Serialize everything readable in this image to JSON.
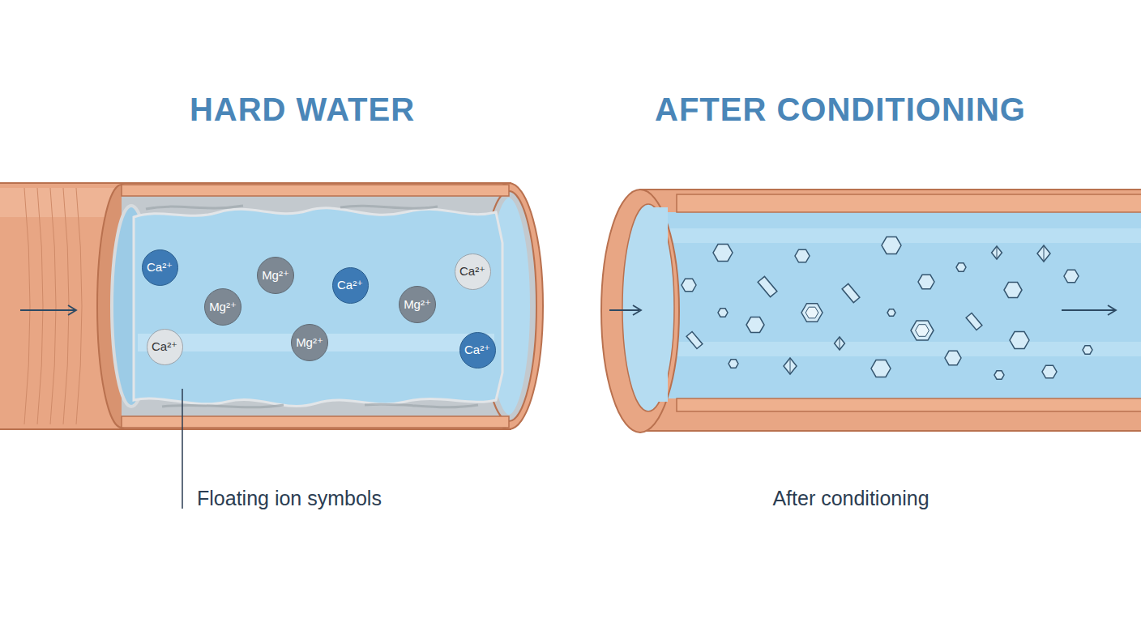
{
  "diagram": {
    "nodes": [
      {
        "text": [
          "HARD WATER"
        ]
      },
      {
        "text": [
          "Ca²⁺"
        ],
        "in": 0
      },
      {
        "text": [
          "Mg²⁺"
        ],
        "in": 0
      },
      {
        "text": [
          "Ca²⁺"
        ],
        "in": 0
      },
      {
        "text": [
          "Ca²⁺"
        ],
        "in": 0
      },
      {
        "text": [
          "Mg²⁺"
        ],
        "in": 0
      },
      {
        "text": [
          "Mg²⁺"
        ],
        "in": 0
      },
      {
        "text": [
          "Ca²⁺"
        ],
        "in": 0
      },
      {
        "text": [
          "Mg²⁺"
        ],
        "in": 0
      },
      {
        "text": [
          "Ca²⁺"
        ],
        "in": 0
      },
      {
        "text": [
          "AFTER CONDITIONING"
        ]
      }
    ],
    "labels": [
      "Floating ion symbols",
      "After conditioning"
    ]
  }
}
